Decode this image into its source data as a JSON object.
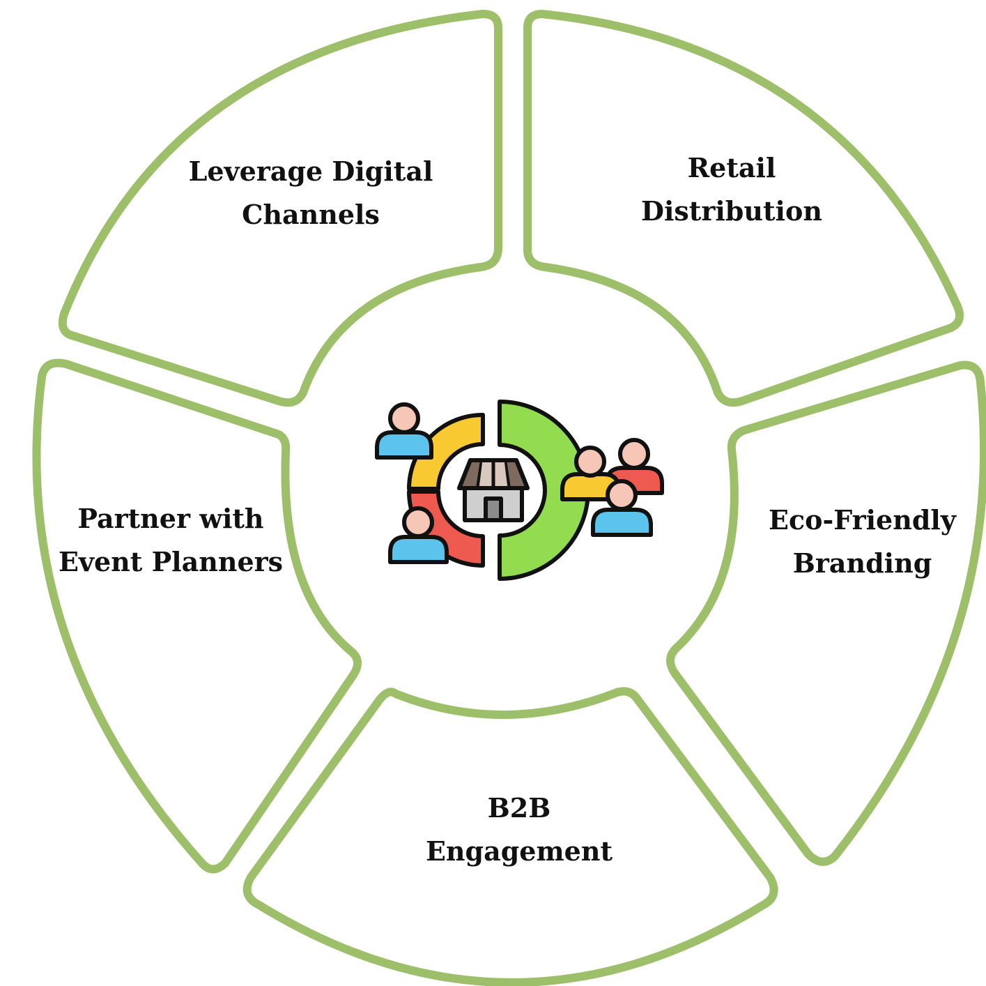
{
  "diagram": {
    "segments": [
      {
        "id": "top-left",
        "lines": [
          "Leverage Digital",
          "Channels"
        ]
      },
      {
        "id": "top-right",
        "lines": [
          "Retail",
          "Distribution"
        ]
      },
      {
        "id": "right",
        "lines": [
          "Eco-Friendly",
          "Branding"
        ]
      },
      {
        "id": "bottom",
        "lines": [
          "B2B",
          "Engagement"
        ]
      },
      {
        "id": "left",
        "lines": [
          "Partner with",
          "Event Planners"
        ]
      }
    ],
    "center_icon": "store-with-customers-icon"
  },
  "colors": {
    "ring_stroke": "#9dbf6a",
    "icon_yellow": "#f9c932",
    "icon_red": "#ee5a4f",
    "icon_green": "#93dc50",
    "icon_blue": "#5bc3ec",
    "icon_skin": "#f6c7b6",
    "text": "#111111"
  }
}
